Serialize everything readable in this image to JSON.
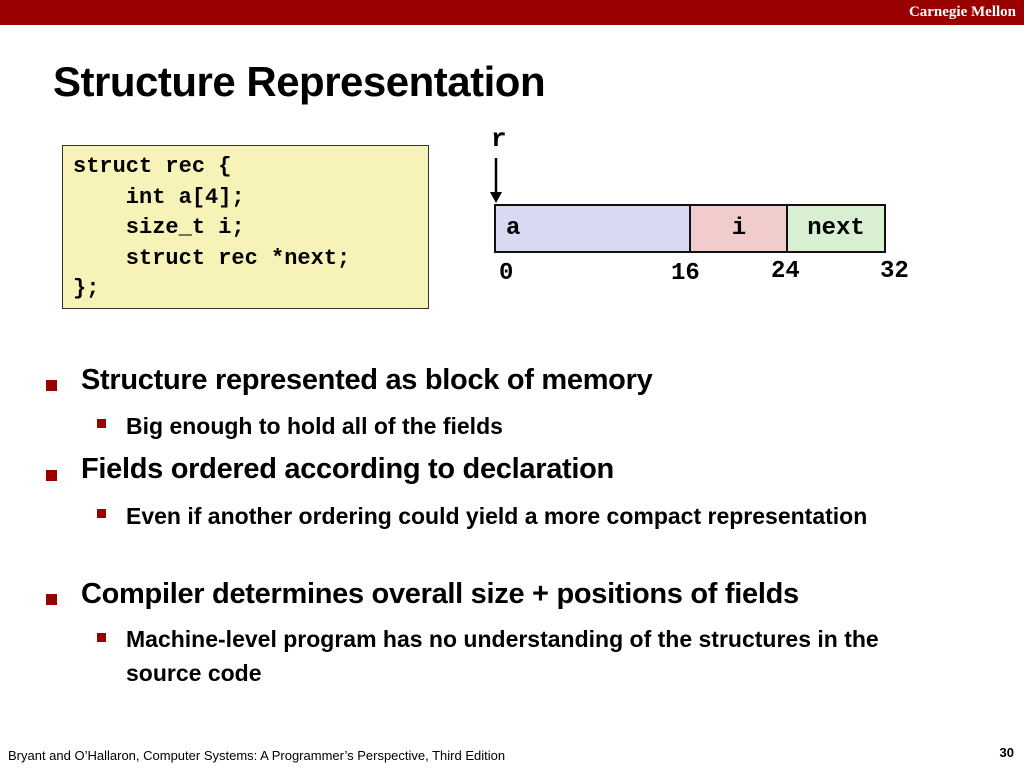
{
  "header": {
    "brand": "Carnegie Mellon"
  },
  "slide": {
    "title": "Structure Representation"
  },
  "code": {
    "lines": [
      "struct rec {",
      "    int a[4];",
      "    size_t i;",
      "    struct rec *next;",
      "};"
    ]
  },
  "diagram": {
    "pointer_label": "r",
    "fields": [
      "a",
      "i",
      "next"
    ],
    "offsets": [
      "0",
      "16",
      "24",
      "32"
    ]
  },
  "bullets": [
    {
      "text": "Structure represented as block of memory",
      "sub": [
        "Big enough to hold all of the fields"
      ]
    },
    {
      "text": "Fields ordered according to declaration",
      "sub": [
        "Even if another ordering could yield a more compact representation"
      ]
    },
    {
      "text": "Compiler determines overall size + positions of fields",
      "sub": [
        "Machine-level program has no understanding of the structures in the source code"
      ]
    }
  ],
  "footer": {
    "citation": "Bryant and O’Hallaron, Computer Systems: A Programmer’s Perspective, Third Edition",
    "page": "30"
  },
  "colors": {
    "accent": "#990000",
    "code_bg": "#f7f3b8",
    "field_a": "#d9d9f3",
    "field_i": "#f1cccc",
    "field_next": "#d8efd2"
  }
}
